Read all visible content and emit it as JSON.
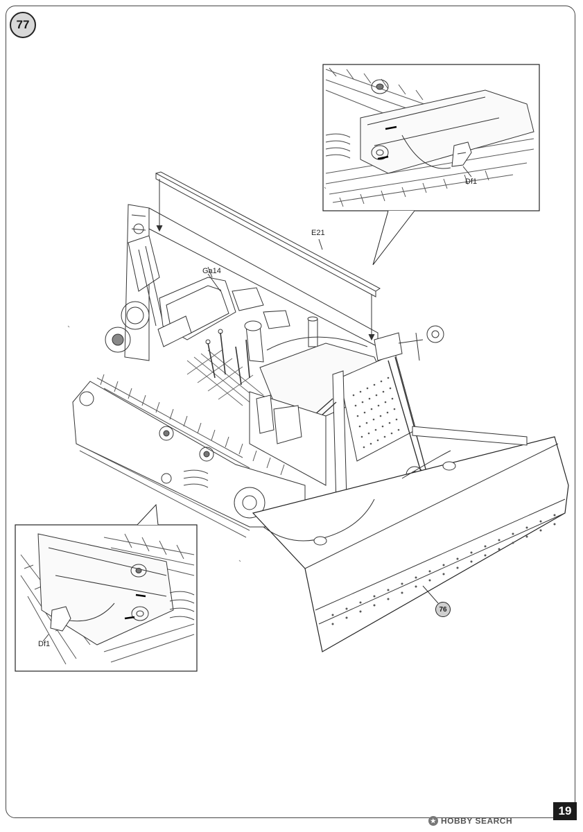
{
  "step": {
    "number": "77"
  },
  "part_labels": {
    "rail": "E21",
    "seat_part": "Ga14",
    "detail_top": "Df1",
    "detail_bottom": "Df1"
  },
  "callout": {
    "number": "76"
  },
  "footer": {
    "page_number": "19",
    "watermark": "HOBBY SEARCH"
  }
}
